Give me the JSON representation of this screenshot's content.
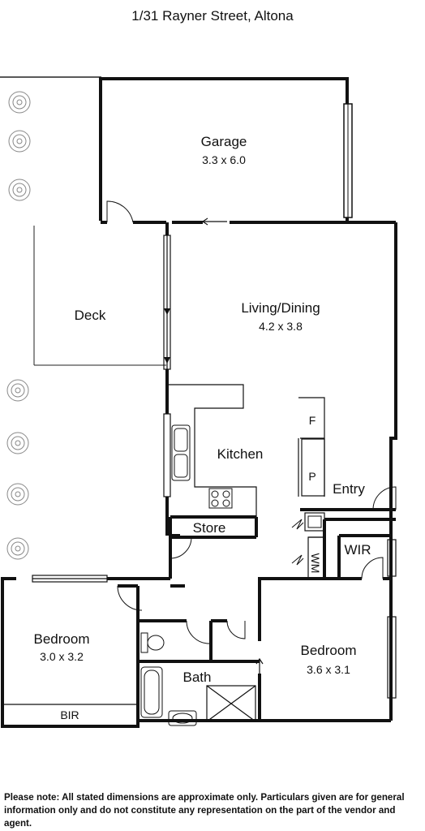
{
  "title": "1/31 Rayner Street, Altona",
  "rooms": {
    "garage": {
      "name": "Garage",
      "dims": "3.3 x 6.0"
    },
    "deck": {
      "name": "Deck"
    },
    "living": {
      "name": "Living/Dining",
      "dims": "4.2 x 3.8"
    },
    "kitchen": {
      "name": "Kitchen"
    },
    "store": {
      "name": "Store"
    },
    "entry": {
      "name": "Entry"
    },
    "wir": {
      "name": "WIR"
    },
    "wm": {
      "name": "WM"
    },
    "fridge": {
      "name": "F"
    },
    "pantry": {
      "name": "P"
    },
    "bedroom1": {
      "name": "Bedroom",
      "dims": "3.0 x 3.2"
    },
    "bir": {
      "name": "BIR"
    },
    "bath": {
      "name": "Bath"
    },
    "bedroom2": {
      "name": "Bedroom",
      "dims": "3.6 x 3.1"
    }
  },
  "note": "Please note:  All stated dimensions are approximate only. Particulars given are for general information only and do not constitute any representation on the part of the vendor and agent.",
  "icons": [
    "shrub-icon",
    "door-swing-icon",
    "sink-icon",
    "cooktop-icon",
    "toilet-icon",
    "bathtub-icon",
    "basin-icon",
    "tap-icon",
    "shower-icon",
    "arrow-icon"
  ]
}
